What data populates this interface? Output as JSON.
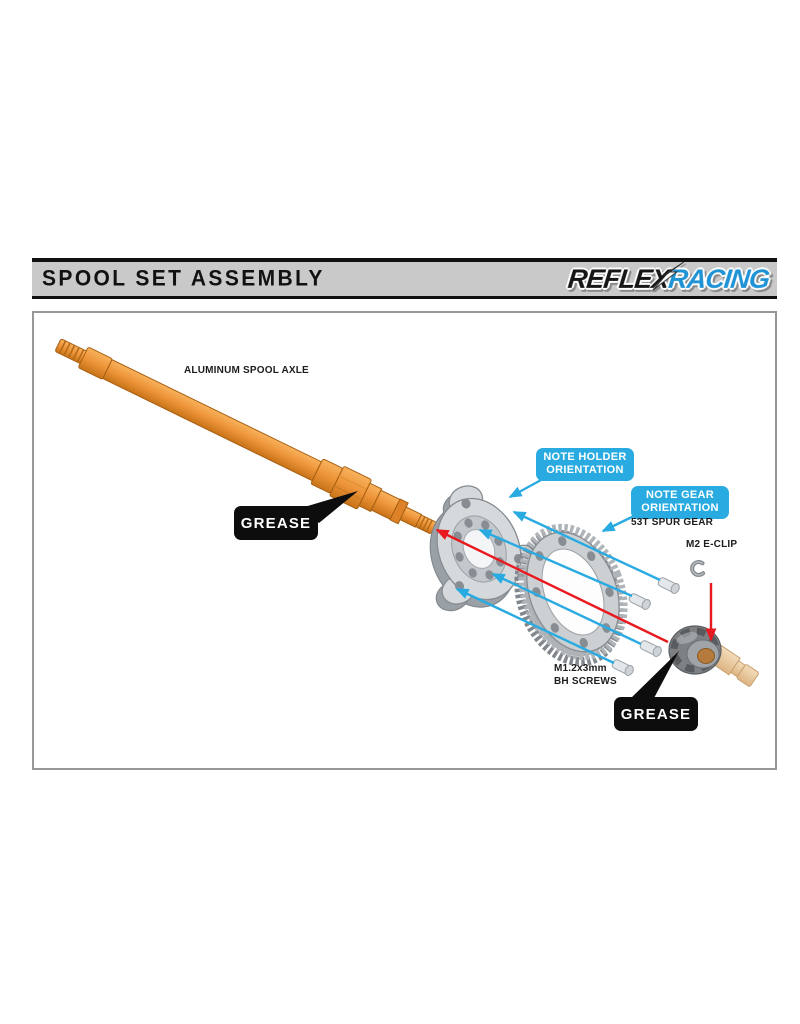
{
  "header": {
    "title": "SPOOL SET ASSEMBLY",
    "logo": {
      "reflex": "REFLEX",
      "racing": "RACING"
    }
  },
  "diagram": {
    "axle_label": "ALUMINUM SPOOL AXLE",
    "grease_left": "GREASE",
    "grease_right": "GREASE",
    "note_holder": {
      "line1": "NOTE HOLDER",
      "line2": "ORIENTATION"
    },
    "note_gear": {
      "line1": "NOTE GEAR",
      "line2": "ORIENTATION"
    },
    "spur_gear_label": "53T SPUR GEAR",
    "eclip_label": "M2 E-CLIP",
    "screws_label": {
      "line1": "M1.2x3mm",
      "line2": "BH SCREWS"
    }
  },
  "colors": {
    "header_gray": "#C9C9C9",
    "logo_blue": "#2093D5",
    "axle_orange": "#ED9338",
    "callout_blue": "#29ABE2",
    "arrow_red": "#E8191F",
    "label_box_black": "#0D0D0D",
    "part_gray": "#D2D6D9"
  }
}
